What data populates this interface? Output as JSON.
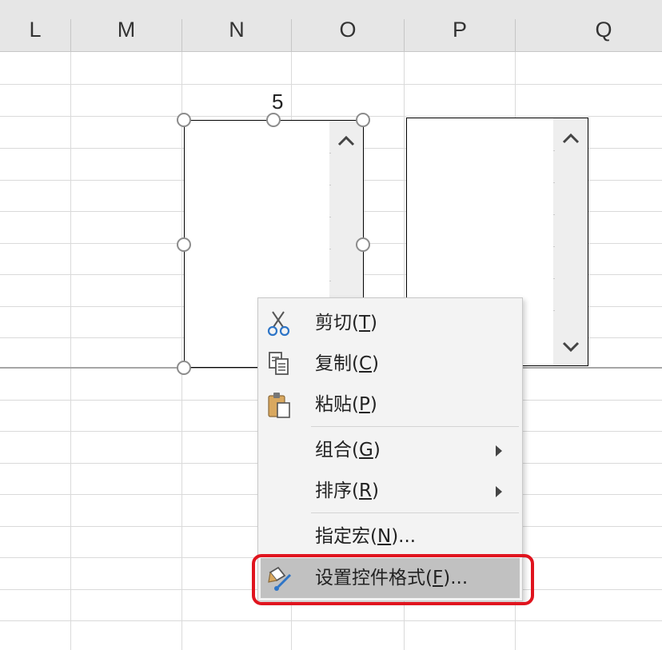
{
  "columns": [
    {
      "label": "L"
    },
    {
      "label": "M"
    },
    {
      "label": "N"
    },
    {
      "label": "O"
    },
    {
      "label": "P"
    },
    {
      "label": "Q"
    }
  ],
  "listbox_value_label": "5",
  "context_menu": {
    "items": [
      {
        "text": "剪切(",
        "mnemonic": "T",
        "suffix": ")",
        "icon": "scissors-icon"
      },
      {
        "text": "复制(",
        "mnemonic": "C",
        "suffix": ")",
        "icon": "copy-icon"
      },
      {
        "text": "粘贴(",
        "mnemonic": "P",
        "suffix": ")",
        "icon": "paste-icon"
      },
      {
        "text": "组合(",
        "mnemonic": "G",
        "suffix": ")",
        "has_submenu": true
      },
      {
        "text": "排序(",
        "mnemonic": "R",
        "suffix": ")",
        "has_submenu": true
      },
      {
        "text": "指定宏(",
        "mnemonic": "N",
        "suffix": ")..."
      },
      {
        "text": "设置控件格式(",
        "mnemonic": "F",
        "suffix": ")...",
        "icon": "format-control-icon",
        "highlighted": true
      }
    ]
  },
  "colors": {
    "callout": "#e0141e",
    "menu_highlight": "#c1c1c1",
    "header_bg": "#e6e6e6"
  }
}
